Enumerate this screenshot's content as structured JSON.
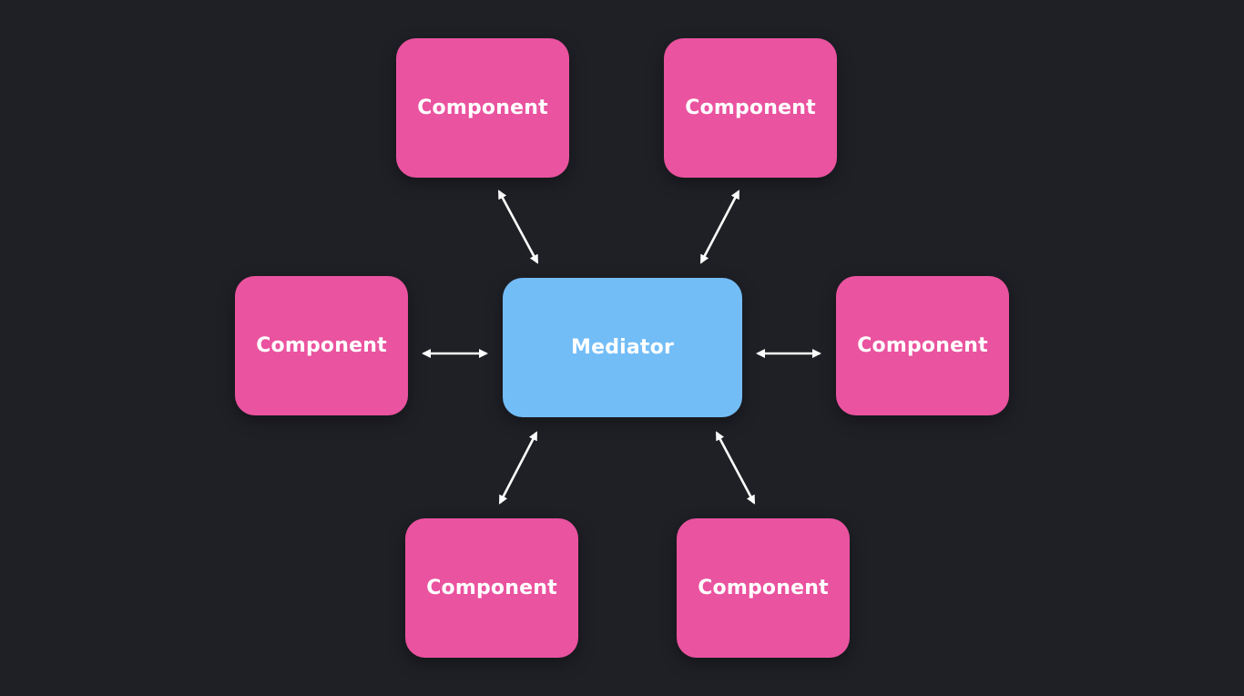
{
  "diagram": {
    "background_color": "#1f2026",
    "component_color": "#ea539f",
    "mediator_color": "#73bdf7",
    "arrow_color": "#ffffff",
    "mediator": {
      "label": "Mediator"
    },
    "components": [
      {
        "id": "top-left",
        "label": "Component"
      },
      {
        "id": "top-right",
        "label": "Component"
      },
      {
        "id": "middle-left",
        "label": "Component"
      },
      {
        "id": "middle-right",
        "label": "Component"
      },
      {
        "id": "bottom-left",
        "label": "Component"
      },
      {
        "id": "bottom-right",
        "label": "Component"
      }
    ],
    "connections": [
      {
        "from": "mediator",
        "to": "top-left",
        "direction": "bidirectional"
      },
      {
        "from": "mediator",
        "to": "top-right",
        "direction": "bidirectional"
      },
      {
        "from": "mediator",
        "to": "middle-left",
        "direction": "bidirectional"
      },
      {
        "from": "mediator",
        "to": "middle-right",
        "direction": "bidirectional"
      },
      {
        "from": "mediator",
        "to": "bottom-left",
        "direction": "bidirectional"
      },
      {
        "from": "mediator",
        "to": "bottom-right",
        "direction": "bidirectional"
      }
    ]
  }
}
